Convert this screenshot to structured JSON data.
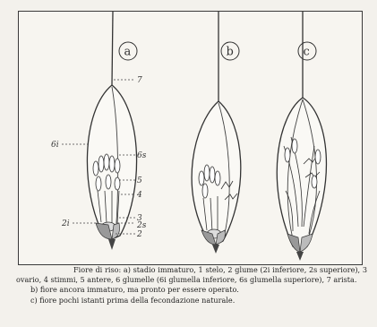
{
  "panels": [
    {
      "id": "a",
      "letter": "a"
    },
    {
      "id": "b",
      "letter": "b"
    },
    {
      "id": "c",
      "letter": "c"
    }
  ],
  "labels_a": {
    "arista": "7",
    "glumella_inf": "6i",
    "glumella_sup": "6s",
    "antere": "5",
    "stimmi": "4",
    "ovario": "3",
    "glume_sup": "2s",
    "glume_inf": "2i",
    "glume": "2"
  },
  "caption": {
    "line1": "Fiore di riso: a) stadio immaturo, 1 stelo, 2 glume (2i inferiore, 2s superiore), 3 ovario, 4 stimmi, 5 antere, 6 glumelle (6i glumella inferiore, 6s glumella superiore), 7 arista.",
    "line_b": "b) fiore ancora immaturo, ma pronto per essere operato.",
    "line_c": "c) fiore pochi istanti prima della fecondazione naturale."
  }
}
